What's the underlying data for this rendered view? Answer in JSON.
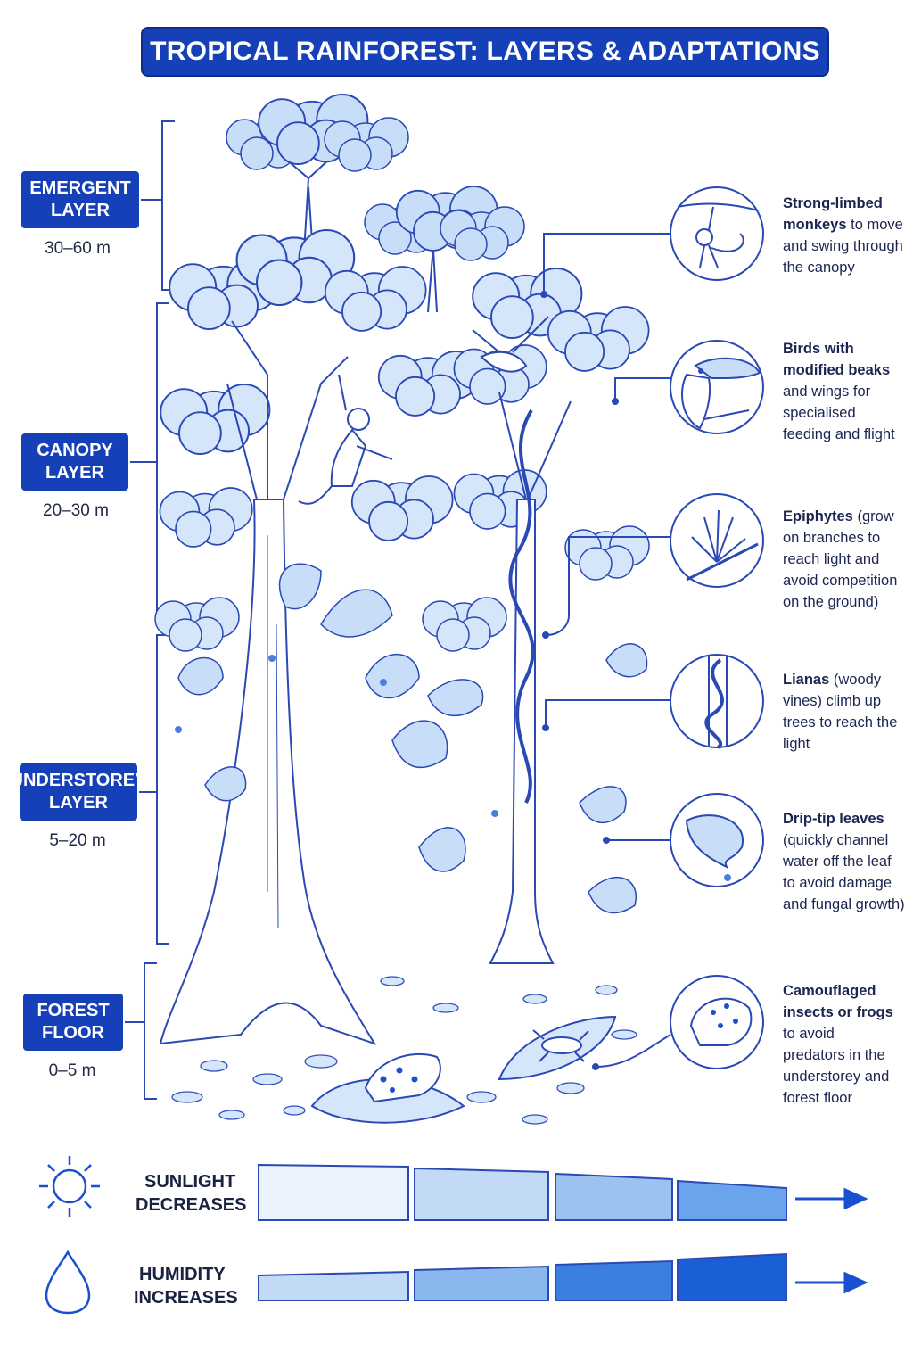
{
  "title": "TROPICAL RAINFOREST: LAYERS & ADAPTATIONS",
  "layers": [
    {
      "name_line1": "EMERGENT",
      "name_line2": "LAYER",
      "height": "30–60 m"
    },
    {
      "name_line1": "CANOPY",
      "name_line2": "LAYER",
      "height": "20–30 m"
    },
    {
      "name_line1": "UNDERSTOREY",
      "name_line2": "LAYER",
      "height": "5–20 m"
    },
    {
      "name_line1": "FOREST",
      "name_line2": "FLOOR",
      "height": "0–5 m"
    }
  ],
  "adaptations": [
    {
      "icon": "monkey-icon",
      "bold": "Strong-limbed monkeys",
      "rest": "to move and swing through the canopy"
    },
    {
      "icon": "toucan-icon",
      "bold": "Birds with modified beaks",
      "rest": "and wings for specialised feeding and flight"
    },
    {
      "icon": "epiphyte-icon",
      "bold": "Epiphytes",
      "rest": "(grow on branches to reach light and avoid competition on the ground)"
    },
    {
      "icon": "liana-icon",
      "bold": "Lianas",
      "rest": "(woody vines) climb up trees to reach the light"
    },
    {
      "icon": "drip-tip-leaf-icon",
      "bold": "Drip-tip leaves",
      "rest": "(quickly channel water off the leaf to avoid damage and fungal growth)"
    },
    {
      "icon": "frog-icon",
      "bold": "Camouflaged insects or frogs",
      "rest": "to avoid predators in the understorey and forest floor"
    }
  ],
  "gradients": {
    "sunlight": {
      "line1": "SUNLIGHT",
      "line2": "DECREASES",
      "icon": "sun-icon",
      "colors": [
        "#eaf2fd",
        "#c2daf6",
        "#9cc3f0",
        "#6aa4ea"
      ]
    },
    "humidity": {
      "line1": "HUMIDITY",
      "line2": "INCREASES",
      "icon": "water-drop-icon",
      "colors": [
        "#c2daf6",
        "#8ab8ee",
        "#3b7fe0",
        "#1a5fd6"
      ]
    }
  },
  "colors": {
    "accent": "#1540b8",
    "line": "#2a49b4",
    "leaf_fill": "#d6e6fa"
  }
}
